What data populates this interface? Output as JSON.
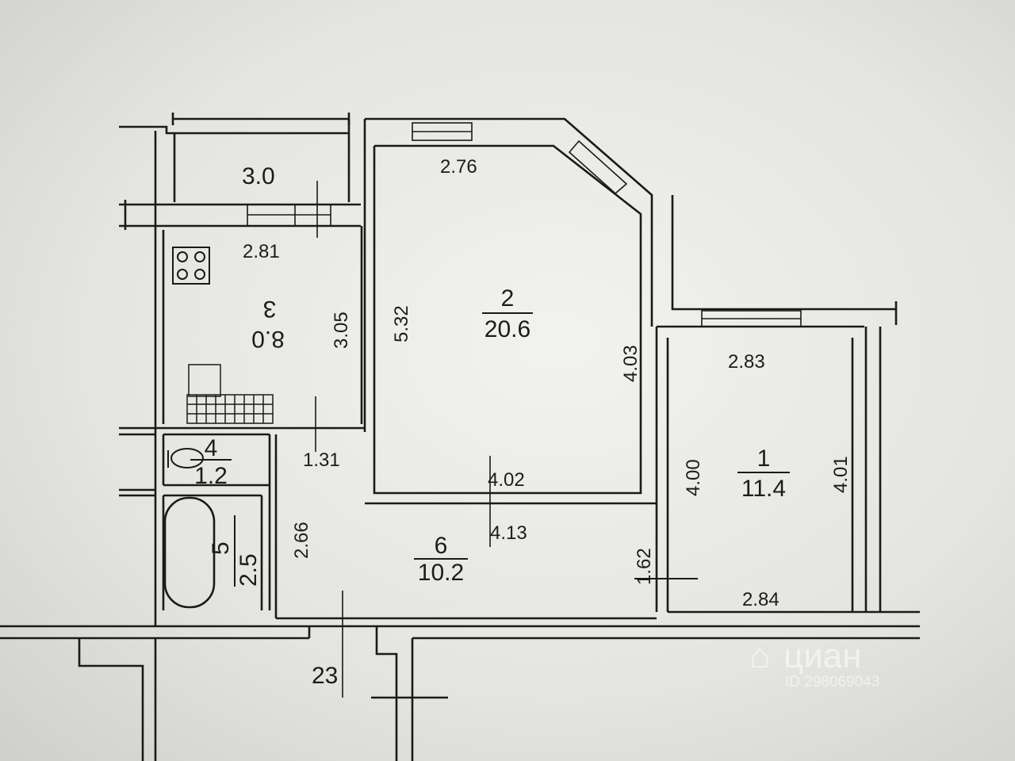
{
  "rooms": [
    {
      "id": "balcony",
      "area": "3.0"
    },
    {
      "id": "kitchen",
      "number": "3",
      "area": "8.0",
      "dims": [
        "2.81",
        "3.05"
      ]
    },
    {
      "id": "living",
      "number": "2",
      "area": "20.6",
      "dims": [
        "2.76",
        "5.32",
        "4.03",
        "4.02"
      ]
    },
    {
      "id": "bedroom",
      "number": "1",
      "area": "11.4",
      "dims": [
        "2.83",
        "4.00",
        "4.01",
        "2.84"
      ]
    },
    {
      "id": "toilet",
      "number": "4",
      "area": "1.2",
      "dims": [
        "1.31"
      ]
    },
    {
      "id": "bathroom",
      "number": "5",
      "area": "2.5",
      "dims": [
        "2.66"
      ]
    },
    {
      "id": "hall",
      "number": "6",
      "area": "10.2",
      "dims": [
        "4.13",
        "1.62"
      ]
    },
    {
      "id": "stairwell",
      "area": "23"
    }
  ],
  "watermark": {
    "brand": "циан",
    "id": "ID 298069043"
  },
  "colors": {
    "wall": "#1a1a1a",
    "paper": "#ebebe7",
    "watermark": "#ffffff"
  }
}
